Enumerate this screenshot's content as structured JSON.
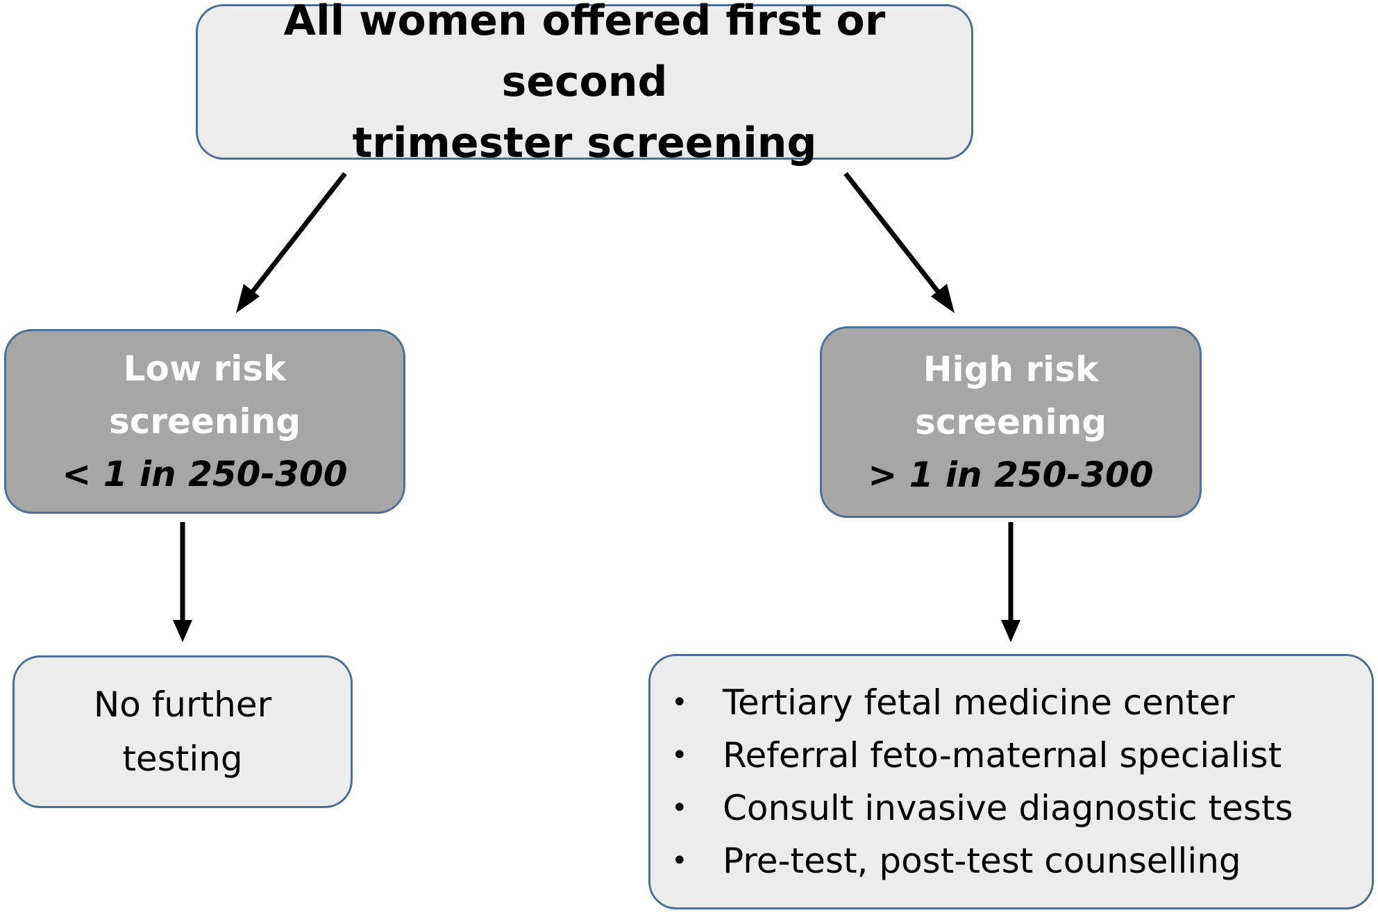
{
  "top_box": {
    "line1": "All women offered first or second",
    "line2": "trimester screening"
  },
  "low_risk_box": {
    "line1": "Low risk",
    "line2": "screening",
    "line3": "< 1 in 250-300"
  },
  "high_risk_box": {
    "line1": "High risk",
    "line2": "screening",
    "line3": "> 1 in 250-300"
  },
  "no_further_box": {
    "line1": "No further",
    "line2": "testing"
  },
  "high_risk_actions": {
    "bullet": "•",
    "items": [
      "Tertiary fetal medicine center",
      "Referral feto-maternal specialist",
      "Consult invasive diagnostic tests",
      "Pre-test, post-test counselling"
    ]
  },
  "colors": {
    "border": "#4f6e94",
    "light_fill": "#ececec",
    "dark_fill": "#a6a6a6",
    "arrow": "#000000"
  }
}
